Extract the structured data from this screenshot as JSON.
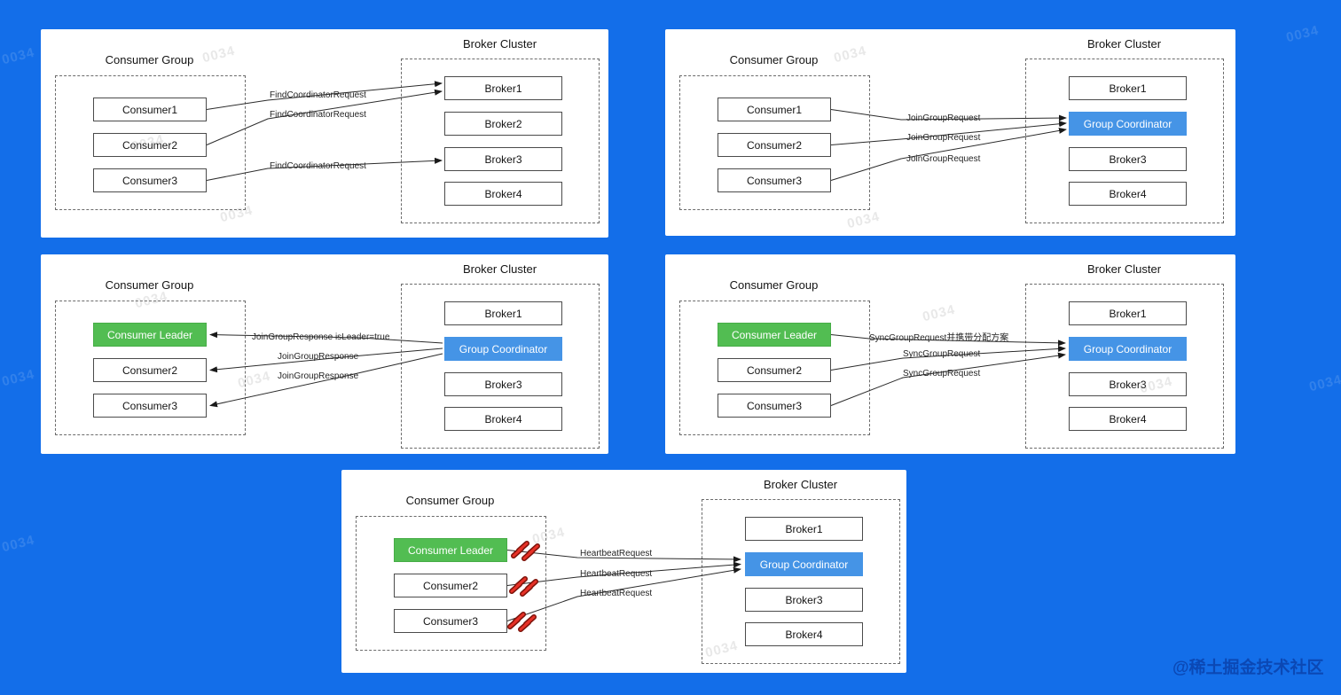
{
  "page": {
    "background_color": "#136ee9",
    "site_watermark": "@稀土掘金技术社区",
    "stamp": "0034"
  },
  "colors": {
    "coordinator_fill": "#4594e6",
    "leader_fill": "#52bd52",
    "box_border": "#4b4b4b",
    "arrow": "#2b2b2b",
    "lightning_red": "#e63127"
  },
  "panels": [
    {
      "name": "find-coordinator",
      "consumer_group": {
        "title": "Consumer Group",
        "members": [
          {
            "label": "Consumer1",
            "role": "consumer"
          },
          {
            "label": "Consumer2",
            "role": "consumer"
          },
          {
            "label": "Consumer3",
            "role": "consumer"
          }
        ]
      },
      "broker_cluster": {
        "title": "Broker Cluster",
        "nodes": [
          {
            "label": "Broker1",
            "role": "broker"
          },
          {
            "label": "Broker2",
            "role": "broker"
          },
          {
            "label": "Broker3",
            "role": "broker"
          },
          {
            "label": "Broker4",
            "role": "broker"
          }
        ]
      },
      "messages": [
        {
          "label": "FindCoordinatorRequest",
          "from": "Consumer1",
          "to": "Broker1"
        },
        {
          "label": "FindCoordinatorRequest",
          "from": "Consumer2",
          "to": "Broker1"
        },
        {
          "label": "FindCoordinatorRequest",
          "from": "Consumer3",
          "to": "Broker3"
        }
      ]
    },
    {
      "name": "join-group-request",
      "consumer_group": {
        "title": "Consumer Group",
        "members": [
          {
            "label": "Consumer1",
            "role": "consumer"
          },
          {
            "label": "Consumer2",
            "role": "consumer"
          },
          {
            "label": "Consumer3",
            "role": "consumer"
          }
        ]
      },
      "broker_cluster": {
        "title": "Broker Cluster",
        "nodes": [
          {
            "label": "Broker1",
            "role": "broker"
          },
          {
            "label": "Group Coordinator",
            "role": "coordinator"
          },
          {
            "label": "Broker3",
            "role": "broker"
          },
          {
            "label": "Broker4",
            "role": "broker"
          }
        ]
      },
      "messages": [
        {
          "label": "JoinGroupRequest",
          "from": "Consumer1",
          "to": "Group Coordinator"
        },
        {
          "label": "JoinGroupRequest",
          "from": "Consumer2",
          "to": "Group Coordinator"
        },
        {
          "label": "JoinGroupRequest",
          "from": "Consumer3",
          "to": "Group Coordinator"
        }
      ]
    },
    {
      "name": "join-group-response",
      "consumer_group": {
        "title": "Consumer Group",
        "members": [
          {
            "label": "Consumer Leader",
            "role": "leader"
          },
          {
            "label": "Consumer2",
            "role": "consumer"
          },
          {
            "label": "Consumer3",
            "role": "consumer"
          }
        ]
      },
      "broker_cluster": {
        "title": "Broker Cluster",
        "nodes": [
          {
            "label": "Broker1",
            "role": "broker"
          },
          {
            "label": "Group Coordinator",
            "role": "coordinator"
          },
          {
            "label": "Broker3",
            "role": "broker"
          },
          {
            "label": "Broker4",
            "role": "broker"
          }
        ]
      },
      "messages": [
        {
          "label": "JoinGroupResponse isLeader=true",
          "from": "Group Coordinator",
          "to": "Consumer Leader"
        },
        {
          "label": "JoinGroupResponse",
          "from": "Group Coordinator",
          "to": "Consumer2"
        },
        {
          "label": "JoinGroupResponse",
          "from": "Group Coordinator",
          "to": "Consumer3"
        }
      ]
    },
    {
      "name": "sync-group-request",
      "consumer_group": {
        "title": "Consumer Group",
        "members": [
          {
            "label": "Consumer Leader",
            "role": "leader"
          },
          {
            "label": "Consumer2",
            "role": "consumer"
          },
          {
            "label": "Consumer3",
            "role": "consumer"
          }
        ]
      },
      "broker_cluster": {
        "title": "Broker Cluster",
        "nodes": [
          {
            "label": "Broker1",
            "role": "broker"
          },
          {
            "label": "Group Coordinator",
            "role": "coordinator"
          },
          {
            "label": "Broker3",
            "role": "broker"
          },
          {
            "label": "Broker4",
            "role": "broker"
          }
        ]
      },
      "messages": [
        {
          "label": "SyncGroupRequest并携带分配方案",
          "from": "Consumer Leader",
          "to": "Group Coordinator"
        },
        {
          "label": "SyncGroupRequest",
          "from": "Consumer2",
          "to": "Group Coordinator"
        },
        {
          "label": "SyncGroupRequest",
          "from": "Consumer3",
          "to": "Group Coordinator"
        }
      ]
    },
    {
      "name": "heartbeat",
      "consumer_group": {
        "title": "Consumer Group",
        "members": [
          {
            "label": "Consumer Leader",
            "role": "leader"
          },
          {
            "label": "Consumer2",
            "role": "consumer"
          },
          {
            "label": "Consumer3",
            "role": "consumer"
          }
        ]
      },
      "broker_cluster": {
        "title": "Broker Cluster",
        "nodes": [
          {
            "label": "Broker1",
            "role": "broker"
          },
          {
            "label": "Group Coordinator",
            "role": "coordinator"
          },
          {
            "label": "Broker3",
            "role": "broker"
          },
          {
            "label": "Broker4",
            "role": "broker"
          }
        ]
      },
      "messages": [
        {
          "label": "HeartbeatRequest",
          "from": "Consumer Leader",
          "to": "Group Coordinator"
        },
        {
          "label": "HeartbeatRequest",
          "from": "Consumer2",
          "to": "Group Coordinator"
        },
        {
          "label": "HeartbeatRequest",
          "from": "Consumer3",
          "to": "Group Coordinator"
        }
      ]
    }
  ]
}
